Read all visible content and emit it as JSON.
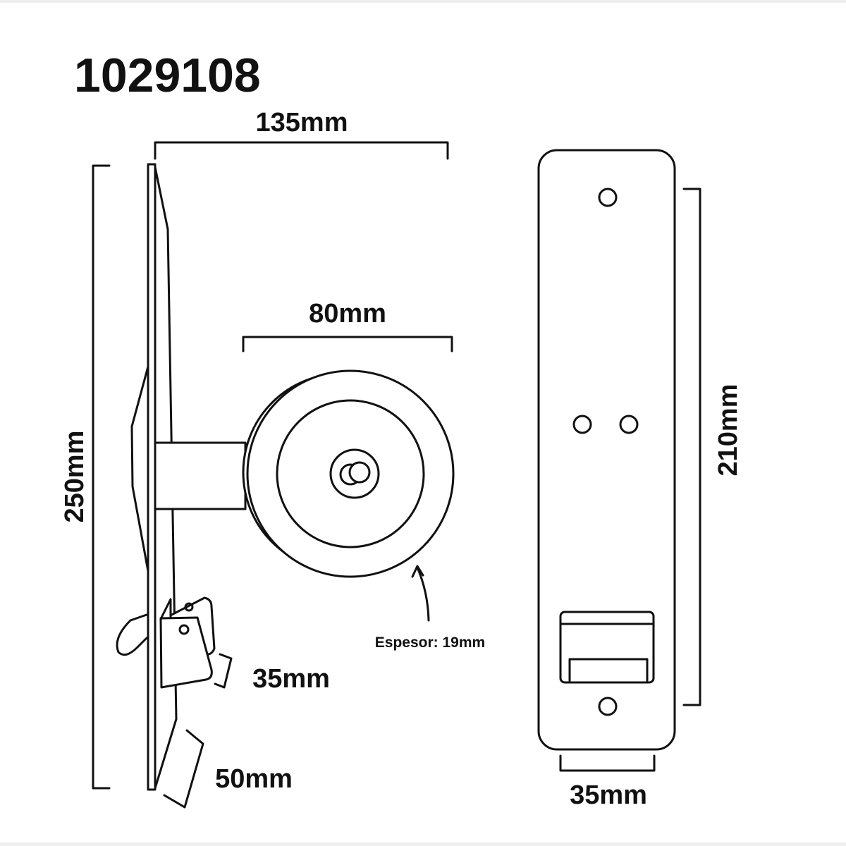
{
  "product_code": "1029108",
  "dimensions": {
    "width_total": "135mm",
    "wheel_diameter": "80mm",
    "height_total": "250mm",
    "plate_height": "210mm",
    "clip_35": "35mm",
    "tab_50": "50mm",
    "plate_width": "35mm",
    "thickness": "Espesor: 19mm"
  }
}
